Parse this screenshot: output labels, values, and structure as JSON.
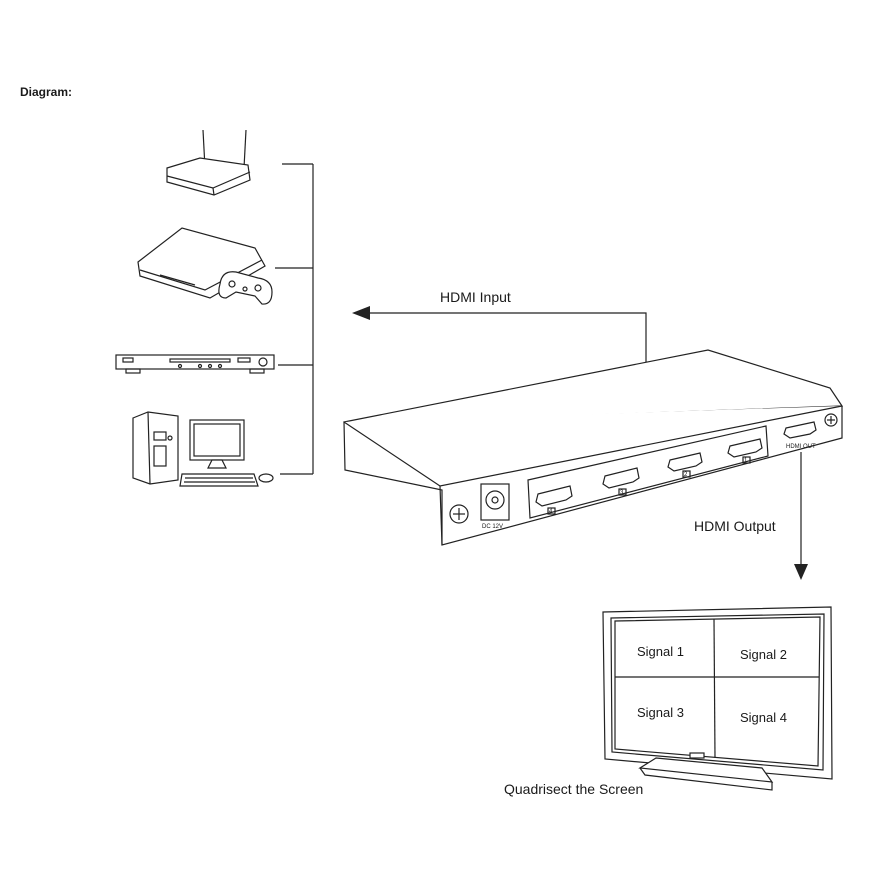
{
  "heading": "Diagram:",
  "labels": {
    "hdmi_input": "HDMI Input",
    "hdmi_output": "HDMI Output",
    "quadrisect": "Quadrisect the Screen"
  },
  "device": {
    "dc_label": "DC 12V",
    "out_port_label": "HDMI OUT",
    "port_numbers": [
      "4",
      "3",
      "2",
      "1"
    ]
  },
  "screen": {
    "signals": [
      "Signal 1",
      "Signal 2",
      "Signal 3",
      "Signal 4"
    ]
  },
  "sources": [
    "wifi-router",
    "game-console",
    "dvd-player",
    "desktop-computer"
  ]
}
